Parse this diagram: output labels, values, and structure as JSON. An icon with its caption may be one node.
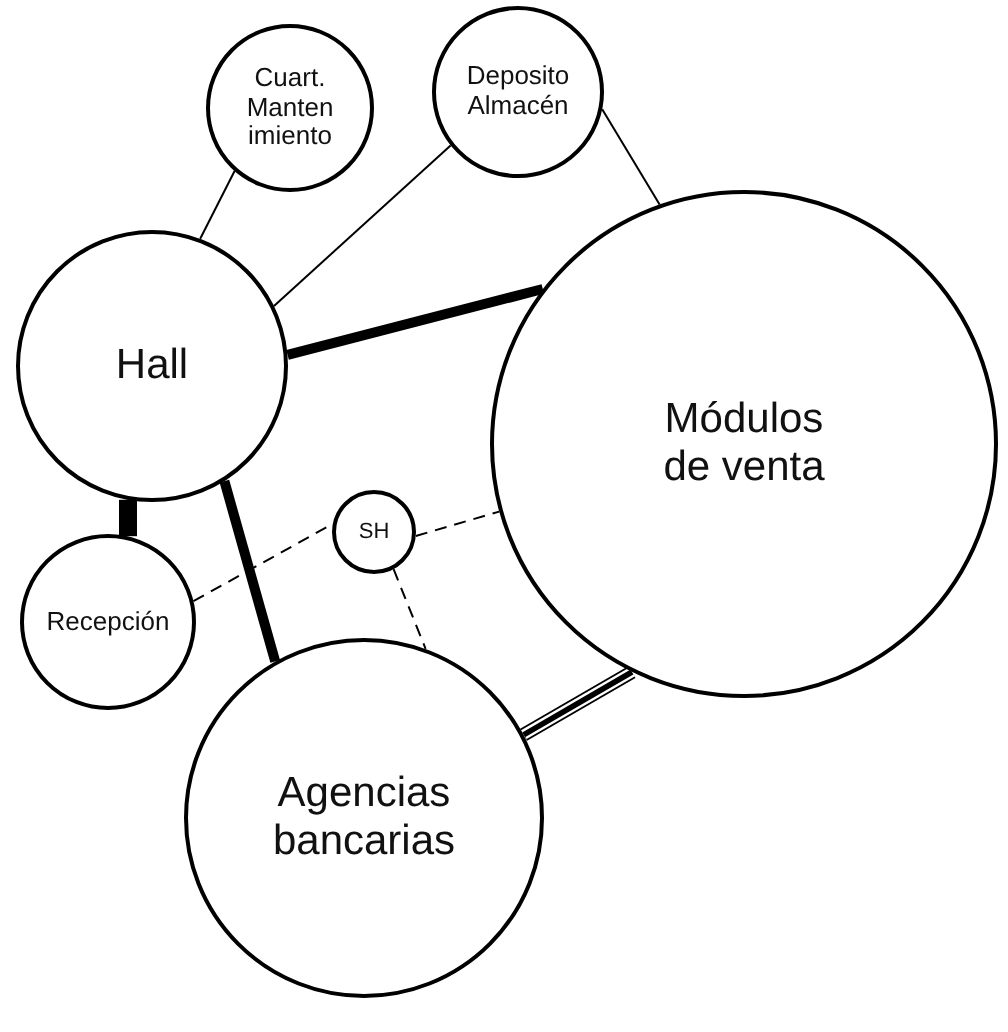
{
  "diagram": {
    "nodes": [
      {
        "text": [
          "Cuart. Manten imiento"
        ]
      },
      {
        "text": [
          "Deposito Almacén"
        ]
      },
      {
        "text": [
          "Hall"
        ]
      },
      {
        "text": [
          "Módulos de venta"
        ]
      },
      {
        "text": [
          "SH"
        ]
      },
      {
        "text": [
          "Recepción"
        ]
      },
      {
        "text": [
          "Agencias bancarias"
        ]
      }
    ],
    "edges": [
      {
        "from": 2,
        "to": 0,
        "arrow": "none"
      },
      {
        "from": 2,
        "to": 1,
        "arrow": "none"
      },
      {
        "from": 1,
        "to": 3,
        "arrow": "none"
      },
      {
        "from": 2,
        "to": 3,
        "arrow": "none",
        "style": "thick"
      },
      {
        "from": 2,
        "to": 5,
        "arrow": "none",
        "style": "thick"
      },
      {
        "from": 2,
        "to": 6,
        "arrow": "none",
        "style": "thick"
      },
      {
        "from": 5,
        "to": 4,
        "arrow": "none",
        "style": "dashed"
      },
      {
        "from": 4,
        "to": 3,
        "arrow": "none",
        "style": "dashed"
      },
      {
        "from": 4,
        "to": 6,
        "arrow": "none",
        "style": "dashed"
      },
      {
        "from": 3,
        "to": 6,
        "arrow": "none",
        "style": "thick"
      }
    ]
  }
}
